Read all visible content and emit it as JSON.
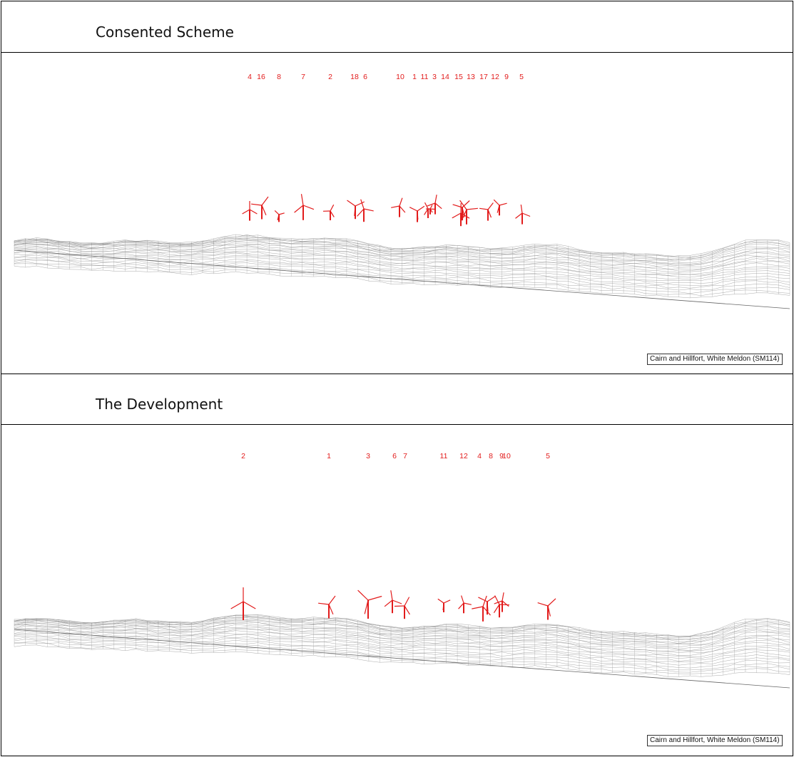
{
  "colors": {
    "turbine": "#e21b1b",
    "terrain": "#8c8c8c",
    "frame": "#000000"
  },
  "panels": [
    {
      "heading": "Consented Scheme",
      "caption": "Cairn and Hillfort, White Meldon (SM114)",
      "label_row": [
        {
          "id": "4"
        },
        {
          "id": "16"
        },
        {
          "id": "8"
        },
        {
          "id": "7"
        },
        {
          "id": "2"
        },
        {
          "id": "18"
        },
        {
          "id": "6"
        },
        {
          "id": "10"
        },
        {
          "id": "1"
        },
        {
          "id": "11"
        },
        {
          "id": "3"
        },
        {
          "id": "14"
        },
        {
          "id": "15"
        },
        {
          "id": "13"
        },
        {
          "id": "17"
        },
        {
          "id": "12"
        },
        {
          "id": "9"
        },
        {
          "id": "5"
        }
      ],
      "turbine_count": 18
    },
    {
      "heading": "The Development",
      "caption": "Cairn and Hillfort, White Meldon (SM114)",
      "label_row": [
        {
          "id": "2"
        },
        {
          "id": "1"
        },
        {
          "id": "3"
        },
        {
          "id": "6"
        },
        {
          "id": "7"
        },
        {
          "id": "11"
        },
        {
          "id": "12"
        },
        {
          "id": "4"
        },
        {
          "id": "8"
        },
        {
          "id": "9"
        },
        {
          "id": "10"
        },
        {
          "id": "5"
        }
      ],
      "turbine_count": 12
    }
  ]
}
